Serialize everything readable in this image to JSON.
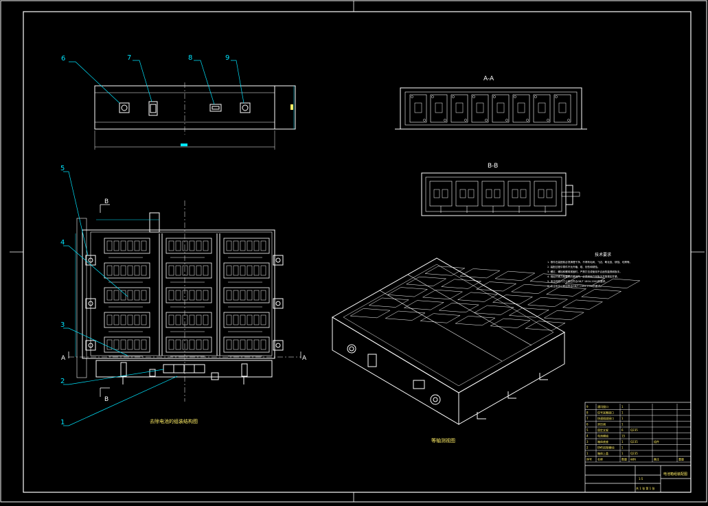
{
  "colors": {
    "background": "#000000",
    "line": "#ffffff",
    "leader": "#00e5ff",
    "accent": "#ffee66",
    "center_line": "#d8d8d8"
  },
  "callouts": {
    "c1": "1",
    "c2": "2",
    "c3": "3",
    "c4": "4",
    "c5": "5",
    "c6": "6",
    "c7": "7",
    "c8": "8",
    "c9": "9"
  },
  "section_labels": {
    "aa": "A-A",
    "bb": "B-B",
    "a_left": "A",
    "a_right": "A",
    "b_top": "B",
    "b_bottom": "B"
  },
  "view_titles": {
    "plan_view": "去除电池的组装结构图",
    "iso_view": "等轴测视图"
  },
  "tech_requirements": {
    "heading": "技术要求",
    "lines": [
      "1. 零件在装配前必须清理干净，不得有毛刺、飞边、氧化皮、锈蚀、切屑等。",
      "2. 装配过程中零件不允许磕、碰、划伤和锈蚀。",
      "3. 螺钉、螺栓和螺母紧固时，严禁打击或使用不合适的旋具和扳手。",
      "4. 规定拧紧力矩要求的紧固件，必须采用力矩扳手并按规定拧紧。",
      "5. 未注线性尺寸公差应符合GB/T 1804-2000的要求。",
      "6. 未注形位公差应符合GB/T 1184-1996的要求。"
    ]
  },
  "bom": {
    "rows": [
      {
        "no": "9",
        "name": "通讯接口",
        "qty": "1",
        "material": "",
        "note": ""
      },
      {
        "no": "8",
        "name": "信号采集接口",
        "qty": "1",
        "material": "",
        "note": ""
      },
      {
        "no": "7",
        "name": "快速插拔接口",
        "qty": "1",
        "material": "",
        "note": ""
      },
      {
        "no": "6",
        "name": "泄压阀",
        "qty": "1",
        "material": "",
        "note": ""
      },
      {
        "no": "5",
        "name": "固定支架",
        "qty": "6",
        "material": "Q235",
        "note": ""
      },
      {
        "no": "4",
        "name": "电池模组",
        "qty": "15",
        "material": "",
        "note": ""
      },
      {
        "no": "3",
        "name": "箱体底座",
        "qty": "1",
        "material": "Q235",
        "note": "组件"
      },
      {
        "no": "2",
        "name": "BMS控制模块",
        "qty": "1",
        "material": "",
        "note": ""
      },
      {
        "no": "1",
        "name": "箱体上盖",
        "qty": "1",
        "material": "Q235",
        "note": ""
      }
    ],
    "header": {
      "no": "序号",
      "name": "名称",
      "qty": "数量",
      "material": "材料",
      "note": "备注",
      "weight": "重量",
      "remark": "备注"
    }
  },
  "title_block": {
    "drawing_title": "电池箱组装配图",
    "scale": "1:5",
    "sheet": "共 1 张 第 1 张"
  }
}
